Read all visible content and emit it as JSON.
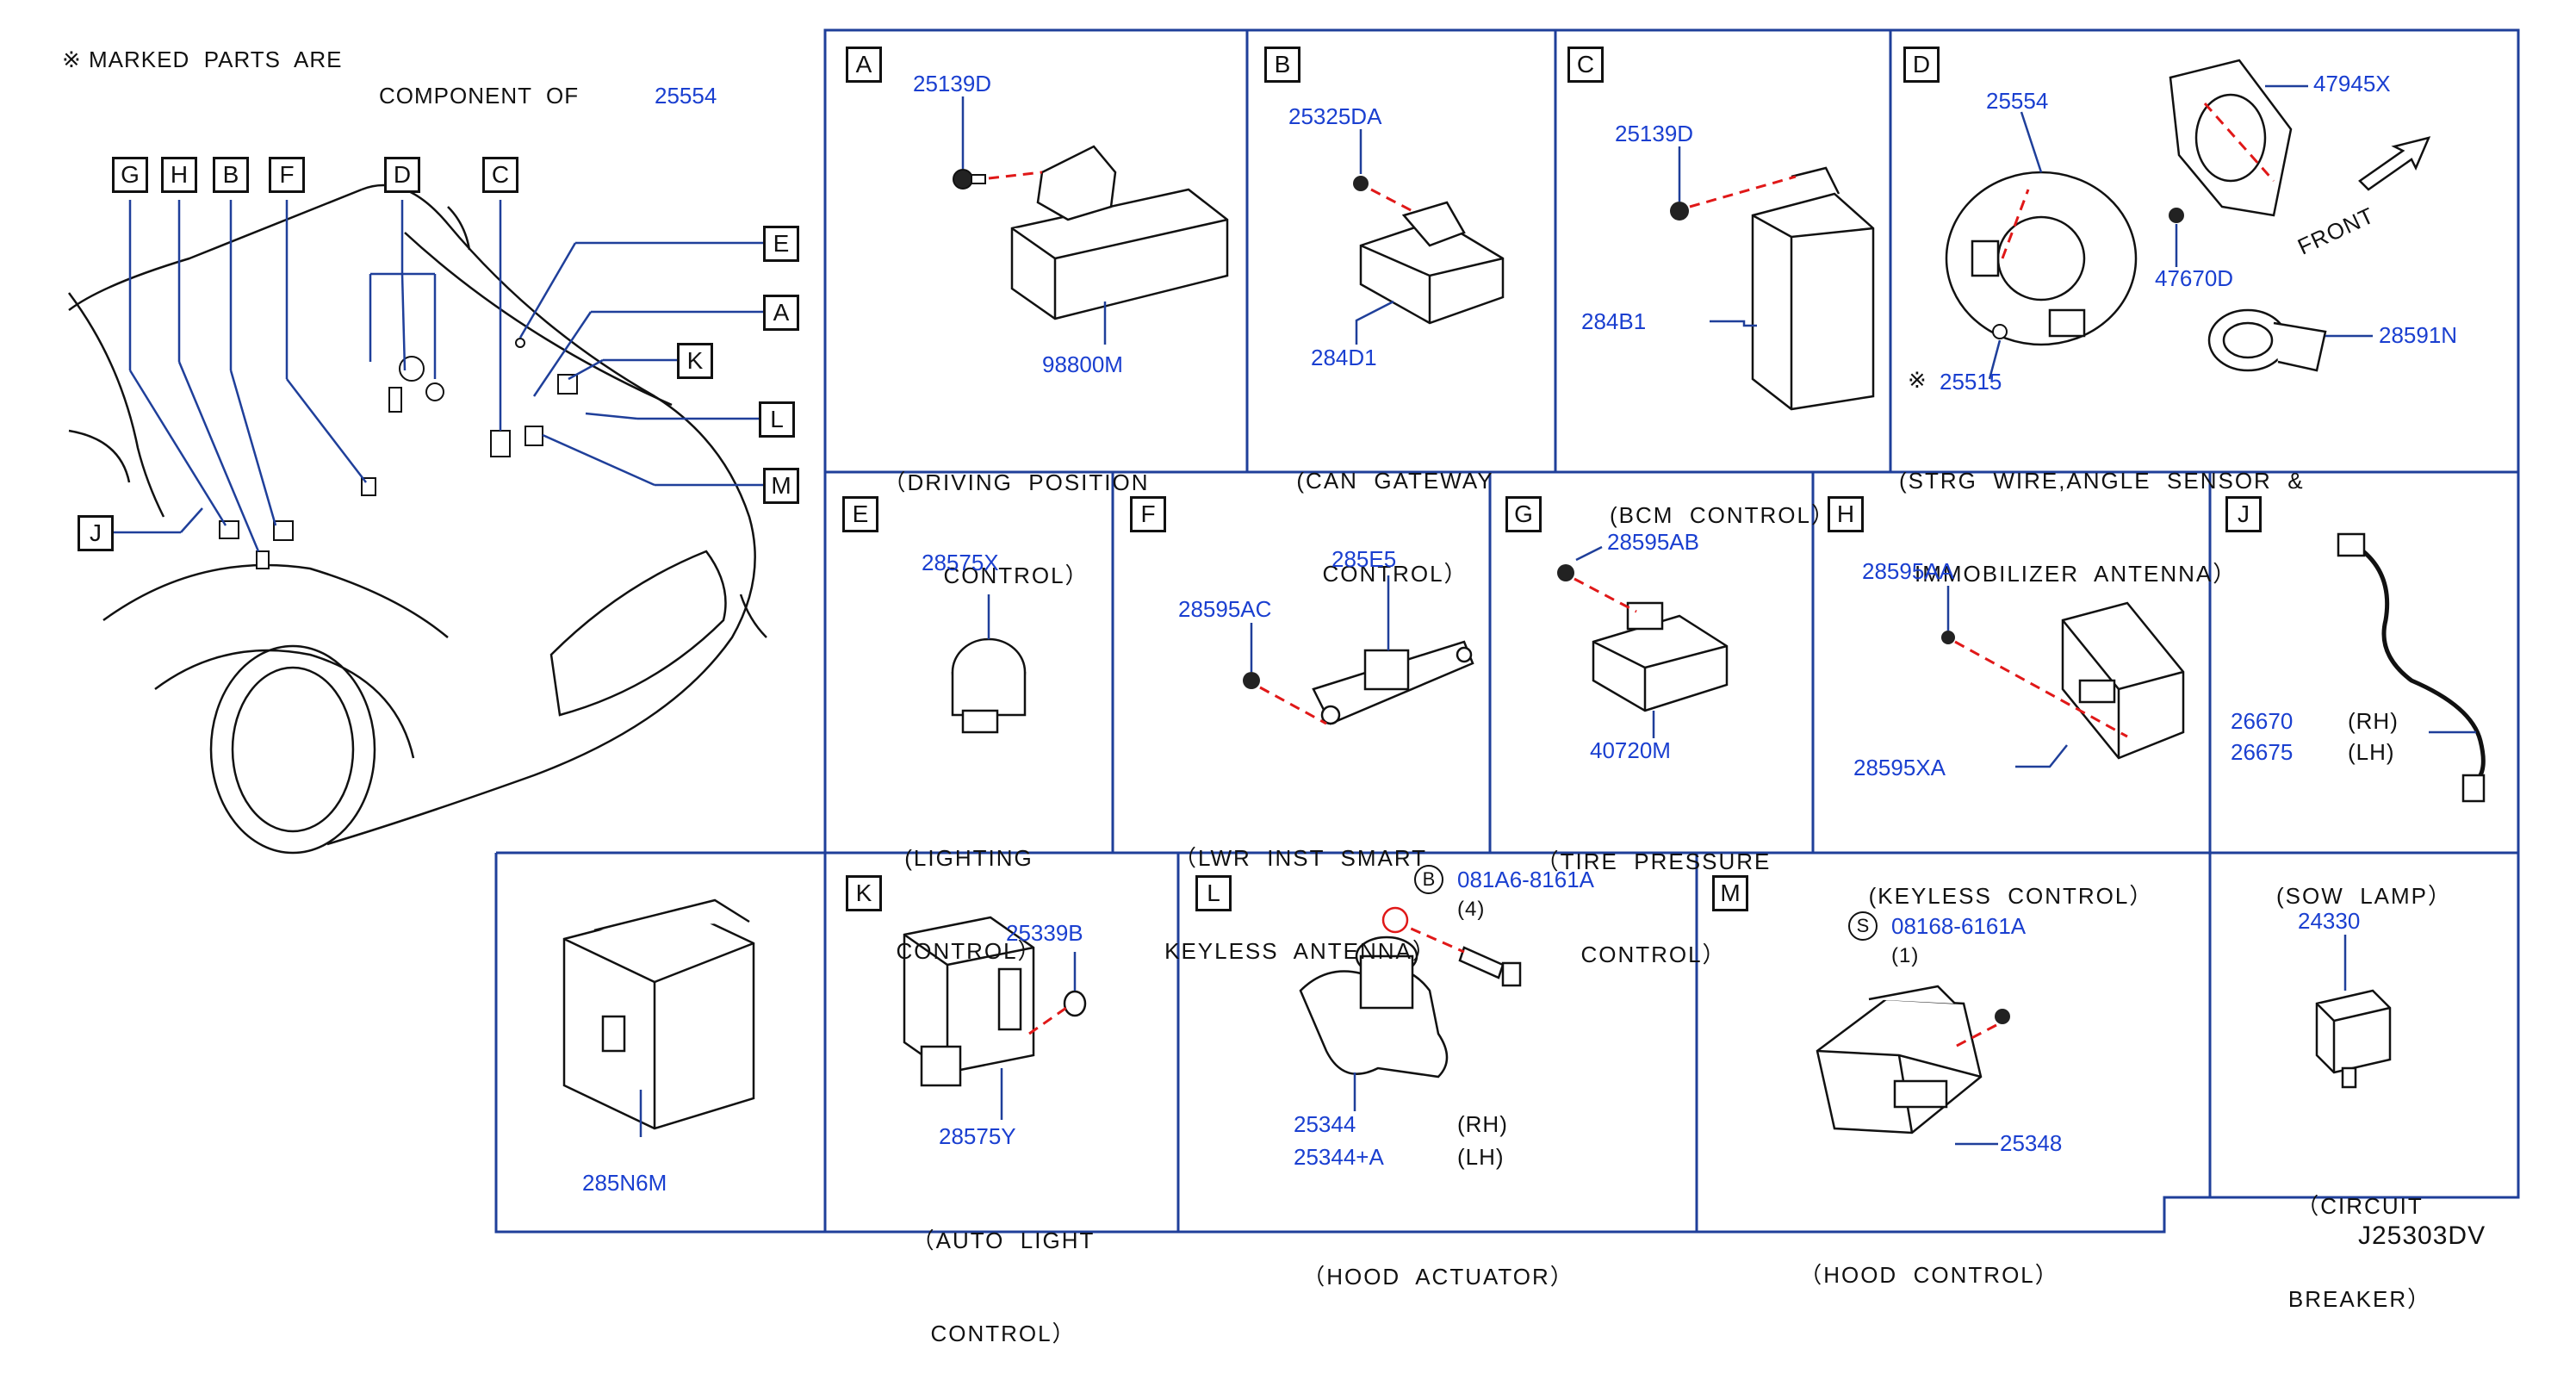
{
  "note": {
    "line1": "※ MARKED  PARTS  ARE",
    "line2": "COMPONENT  OF",
    "part": "25554"
  },
  "overview_letters": [
    "G",
    "H",
    "B",
    "F",
    "D",
    "C",
    "E",
    "A",
    "K",
    "L",
    "M",
    "J"
  ],
  "panels": {
    "A": {
      "letter": "A",
      "parts": [
        "25139D",
        "98800M"
      ],
      "caption": [
        "（DRIVING  POSITION",
        "CONTROL）"
      ]
    },
    "B": {
      "letter": "B",
      "parts": [
        "25325DA",
        "284D1"
      ],
      "caption": [
        "(CAN  GATEWAY",
        "CONTROL）"
      ]
    },
    "C": {
      "letter": "C",
      "parts": [
        "25139D",
        "284B1"
      ],
      "caption": [
        "(BCM  CONTROL）"
      ]
    },
    "D": {
      "letter": "D",
      "parts": [
        "25554",
        "47945X",
        "47670D",
        "28591N",
        "25515"
      ],
      "mark": "※",
      "front": "FRONT",
      "caption": [
        "(STRG  WIRE,ANGLE  SENSOR  &",
        "IMMOBILIZER  ANTENNA）"
      ]
    },
    "E": {
      "letter": "E",
      "parts": [
        "28575X"
      ],
      "caption": [
        "(LIGHTING",
        "CONTROL）"
      ]
    },
    "F": {
      "letter": "F",
      "parts": [
        "285E5",
        "28595AC"
      ],
      "caption": [
        "（LWR  INST  SMART",
        "KEYLESS  ANTENNA）"
      ]
    },
    "G": {
      "letter": "G",
      "parts": [
        "28595AB",
        "40720M"
      ],
      "caption": [
        "（TIRE  PRESSURE",
        "CONTROL）"
      ]
    },
    "H": {
      "letter": "H",
      "parts": [
        "28595AA",
        "28595XA"
      ],
      "caption": [
        "(KEYLESS  CONTROL）"
      ]
    },
    "J": {
      "letter": "J",
      "parts": [
        "26670",
        "26675"
      ],
      "sides": [
        "(RH)",
        "(LH)"
      ],
      "caption": [
        "(SOW  LAMP）"
      ]
    },
    "N": {
      "parts": [
        "285N6M"
      ]
    },
    "K": {
      "letter": "K",
      "parts": [
        "25339B",
        "28575Y"
      ],
      "caption": [
        "（AUTO  LIGHT",
        "CONTROL）"
      ]
    },
    "L": {
      "letter": "L",
      "bolt_mark": "B",
      "bolt": "081A6-8161A",
      "bolt_qty": "(4)",
      "parts": [
        "25344",
        "25344+A"
      ],
      "sides": [
        "(RH)",
        "(LH)"
      ],
      "caption": [
        "（HOOD  ACTUATOR）"
      ]
    },
    "M": {
      "letter": "M",
      "bolt_mark": "S",
      "bolt": "08168-6161A",
      "bolt_qty": "(1)",
      "parts": [
        "25348"
      ],
      "caption": [
        "（HOOD  CONTROL）"
      ]
    },
    "P": {
      "parts": [
        "24330"
      ],
      "caption": [
        "（CIRCUIT",
        "BREAKER）"
      ]
    }
  },
  "drawing_id": "J25303DV",
  "colors": {
    "frame": "#1f3f9a",
    "part_number": "#1a3fd0",
    "dash": "#e01818",
    "ink": "#111111"
  }
}
